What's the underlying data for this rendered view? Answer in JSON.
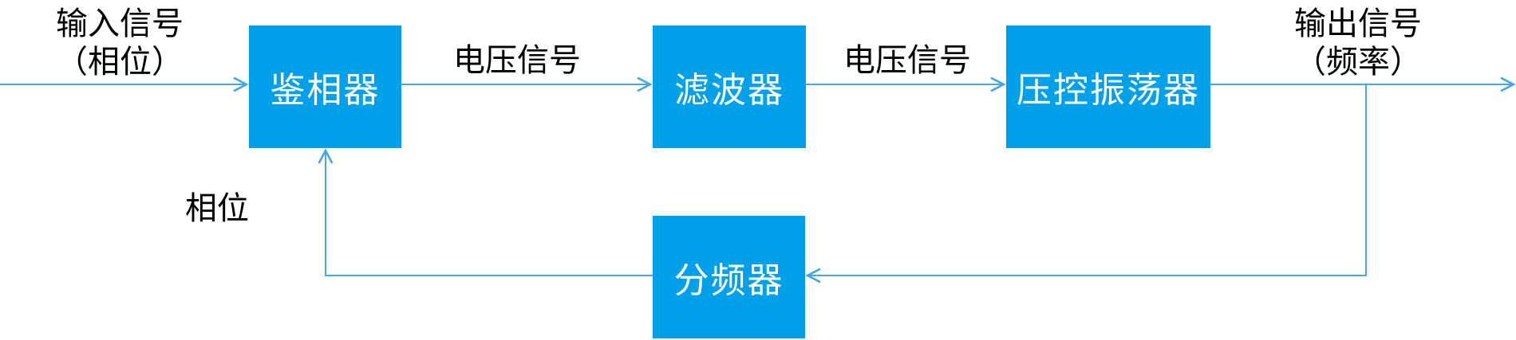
{
  "diagram": {
    "type": "block-diagram",
    "subject": "phase-locked-loop",
    "colors": {
      "block_fill": "#00a1e9",
      "block_text": "#ffffff",
      "connector_line": "#45a7e3",
      "label_text": "#000000",
      "background": "#ffffff"
    },
    "nodes": [
      {
        "id": "phase-detector",
        "label": "鉴相器"
      },
      {
        "id": "filter",
        "label": "滤波器"
      },
      {
        "id": "vco",
        "label": "压控振荡器"
      },
      {
        "id": "divider",
        "label": "分频器"
      }
    ],
    "edge_labels": {
      "input": "输入信号\n（相位）",
      "voltage_1": "电压信号",
      "voltage_2": "电压信号",
      "output": "输出信号\n（频率）",
      "feedback": "相位"
    },
    "edges": [
      {
        "from": "external-input",
        "to": "phase-detector",
        "label": "输入信号（相位）"
      },
      {
        "from": "phase-detector",
        "to": "filter",
        "label": "电压信号"
      },
      {
        "from": "filter",
        "to": "vco",
        "label": "电压信号"
      },
      {
        "from": "vco",
        "to": "external-output",
        "label": "输出信号（频率）"
      },
      {
        "from": "external-output",
        "to": "divider",
        "label": ""
      },
      {
        "from": "divider",
        "to": "phase-detector",
        "label": "相位"
      }
    ]
  }
}
